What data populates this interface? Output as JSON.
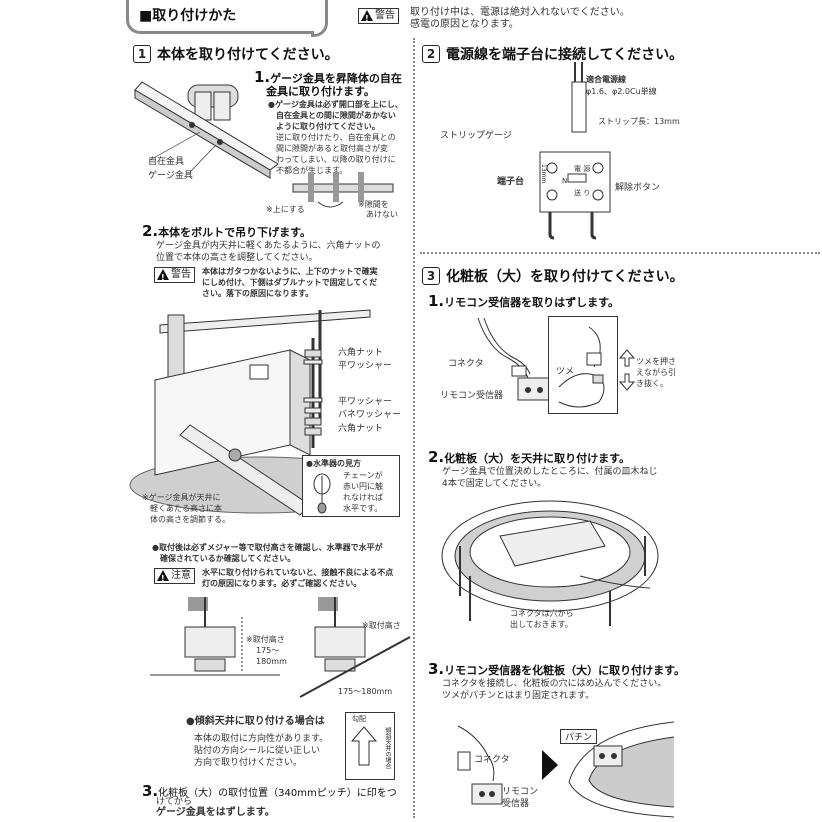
{
  "header": {
    "title": "■取り付けかた",
    "warning_badge": "警告",
    "warning_text_1": "取り付け中は、電源は絶対入れないでください。",
    "warning_text_2": "感電の原因となります。"
  },
  "section1": {
    "num": "1",
    "title": "本体を取り付けてください。",
    "step1_num": "1.",
    "step1_text_a": "ゲージ金具を昇降体の自在",
    "step1_text_b": "金具に取り付けます。",
    "step1_note_1": "●ゲージ金具は必ず開口部を上にし、",
    "step1_note_2": "自在金具との間に隙間があかない",
    "step1_note_3": "ように取り付けてください。",
    "step1_note_4": "逆に取り付けたり、自在金具との",
    "step1_note_5": "間に隙間があると取付高さが変",
    "step1_note_6": "わってしまい、以降の取り付けに",
    "step1_note_7": "不都合が生じます。",
    "label_jizai": "自在金具",
    "label_gauge": "ゲージ金具",
    "label_up": "※上にする",
    "label_gap_1": "※隙間を",
    "label_gap_2": "あけない",
    "step2_num": "2.",
    "step2_text": "本体をボルトで吊り下げます。",
    "step2_desc_1": "ゲージ金具が内天井に軽くあたるように、六角ナットの",
    "step2_desc_2": "位置で本体の高さを調整してください。",
    "warn2_badge": "警告",
    "warn2_1": "本体はガタつかないように、上下のナットで確実",
    "warn2_2": "にしめ付け、下側はダブルナットで固定してくだ",
    "warn2_3": "さい。落下の原因になります。",
    "label_hex_nut_top": "六角ナット",
    "label_flat_washer_top": "平ワッシャー",
    "label_flat_washer": "平ワッシャー",
    "label_spring_washer": "バネワッシャー",
    "label_hex_nut": "六角ナット",
    "level_title": "●水準器の見方",
    "level_1": "チェーンが",
    "level_2": "赤い円に触",
    "level_3": "れなければ",
    "level_4": "水平です。",
    "gauge_note_1": "※ゲージ金具が天井に",
    "gauge_note_2": "軽くあたる高さに本",
    "gauge_note_3": "体の高さを調節する。",
    "after_note_1": "●取付後は必ずメジャー等で取付高さを確認し、水準器で水平が",
    "after_note_2": "確保されているか確認してください。",
    "caution_badge": "注意",
    "caution_1": "水平に取り付けられていないと、接触不良による不点",
    "caution_2": "灯の原因になります。必ずご確認ください。",
    "height_label_a": "※取付高さ",
    "height_value_a1": "175〜",
    "height_value_a2": "180mm",
    "height_label_b": "※取付高さ",
    "height_value_b": "175〜180mm",
    "slope_title": "●傾斜天井に取り付ける場合は",
    "slope_1": "本体の取付に方向性があります。",
    "slope_2": "貼付の方向シールに従い正しい",
    "slope_3": "方向で取り付けください。",
    "sticker_head": "勾配",
    "sticker_side": "傾斜天井の場合",
    "step3_num": "3.",
    "step3_text_1": "化粧板（大）の取付位置（340mmピッチ）に印をつ",
    "step3_text_2": "けてから",
    "step3_text_3": "ゲージ金具をはずします。"
  },
  "section2": {
    "num": "2",
    "title": "電源線を端子台に接続してください。",
    "wire_title": "適合電源線",
    "wire_spec": "φ1.6、φ2.0Cu単線",
    "strip_length": "ストリップ長：13mm",
    "strip_gauge": "ストリップゲージ",
    "terminal": "端子台",
    "release": "解除ボタン",
    "term_1": "電 源",
    "term_2": "N",
    "term_3": "送 り",
    "term_mm": "13mm"
  },
  "section3": {
    "num": "3",
    "title": "化粧板（大）を取り付けてください。",
    "step1_num": "1.",
    "step1_text": "リモコン受信器を取りはずします。",
    "connector": "コネクタ",
    "receiver": "リモコン受信器",
    "claw": "ツメ",
    "claw_note_1": "ツメを押さ",
    "claw_note_2": "えながら引",
    "claw_note_3": "き抜く。",
    "step2_num": "2.",
    "step2_text": "化粧板（大）を天井に取り付けます。",
    "step2_desc_1": "ゲージ金具で位置決めしたところに、付属の皿木ねじ",
    "step2_desc_2": "4本で固定してください。",
    "connector_note_1": "コネクタは穴から",
    "connector_note_2": "出しておきます。",
    "step3_num": "3.",
    "step3_text": "リモコン受信器を化粧板（大）に取り付けます。",
    "step3_desc_1": "コネクタを接続し、化粧板の穴にはめ込んでください。",
    "step3_desc_2": "ツメがパチンとはまり固定されます。",
    "connector2": "コネクタ",
    "receiver2_1": "リモコン",
    "receiver2_2": "受信器",
    "snap": "パチン"
  }
}
